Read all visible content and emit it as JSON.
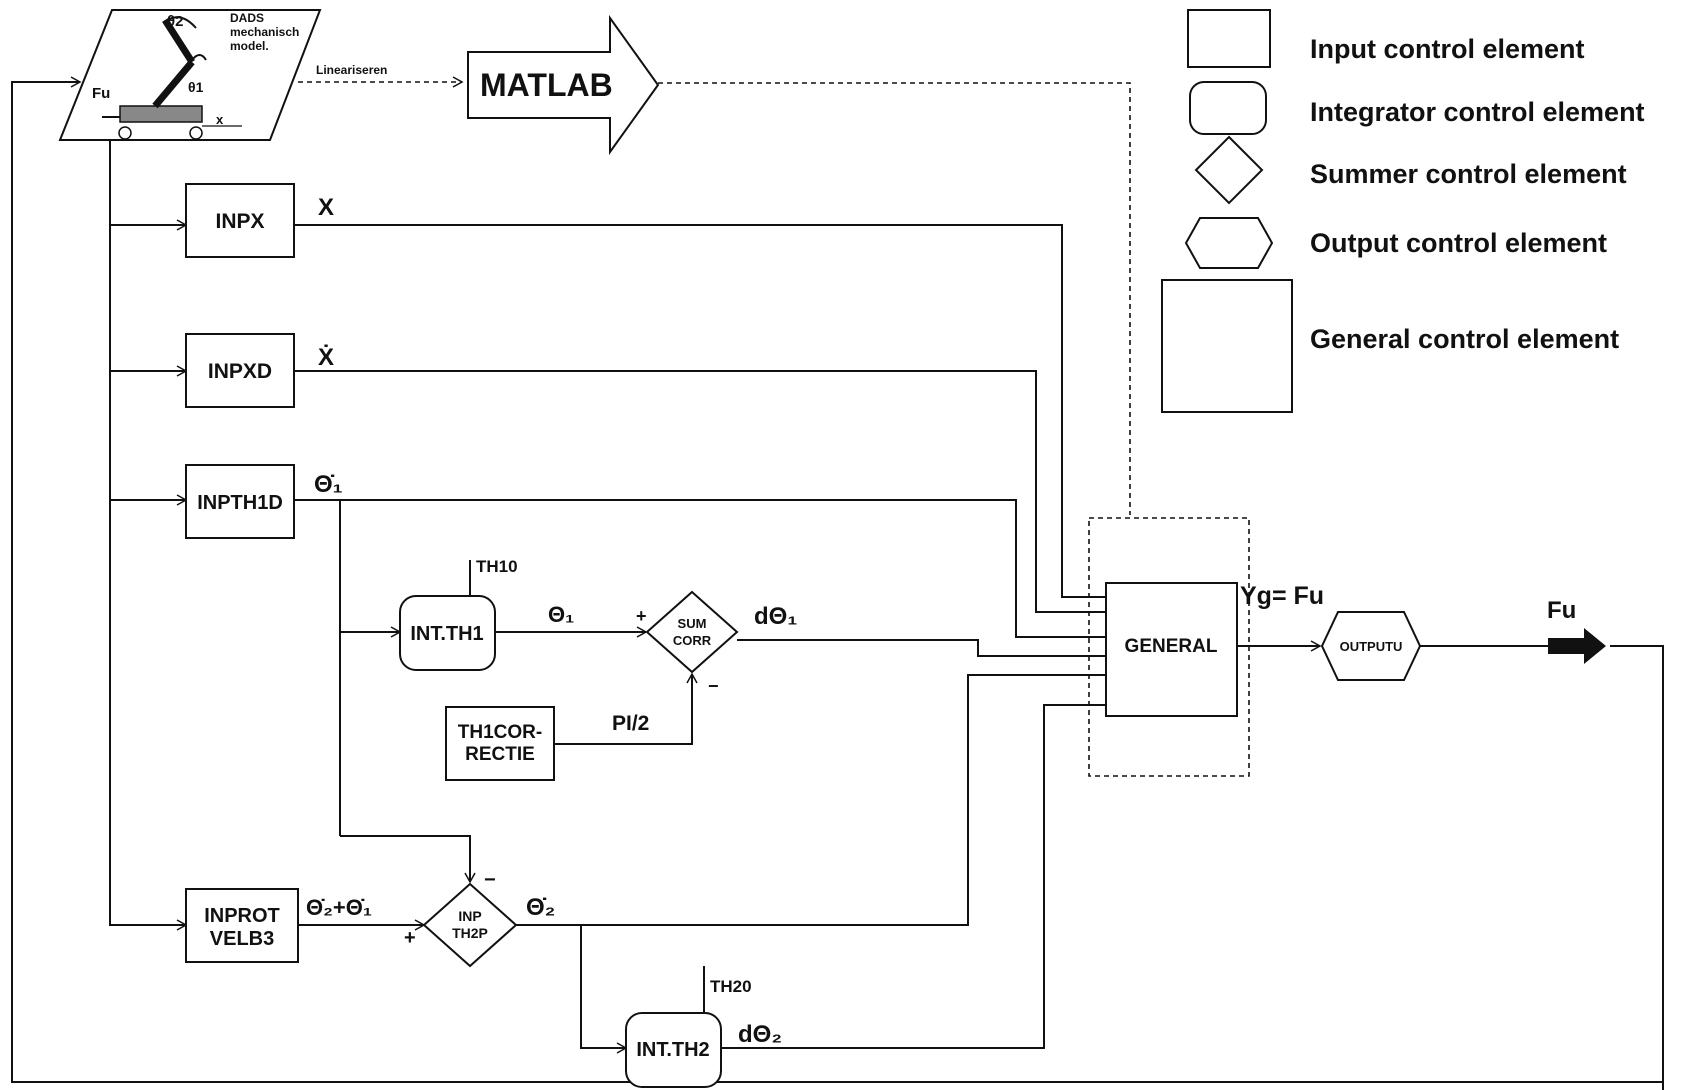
{
  "model": {
    "title_line1": "DADS",
    "title_line2": "mechanisch",
    "title_line3": "model.",
    "theta1": "θ1",
    "theta2": "θ2",
    "force": "Fu",
    "x": "x"
  },
  "linearize_label": "Lineariseren",
  "matlab_label": "MATLAB",
  "blocks": {
    "inpx": "INPX",
    "inpxd": "INPXD",
    "inpth1d": "INPTH1D",
    "int_th1": "INT.TH1",
    "sum_corr_1": "SUM",
    "sum_corr_2": "CORR",
    "th1corr_1": "TH1COR-",
    "th1corr_2": "RECTIE",
    "inprot_1": "INPROT",
    "inprot_2": "VELB3",
    "inp_th2p_1": "INP",
    "inp_th2p_2": "TH2P",
    "int_th2": "INT.TH2",
    "general": "GENERAL",
    "outputu": "OUTPUTU"
  },
  "signals": {
    "x": "X",
    "xdot": "Ẋ",
    "theta1_dot": "Θ̇₁",
    "th10": "TH10",
    "theta1": "Θ₁",
    "dtheta1": "dΘ₁",
    "pi2": "PI/2",
    "theta2_plus_theta1_dot": "Θ̇₂+Θ̇₁",
    "theta2_dot": "Θ̇₂",
    "th20": "TH20",
    "dtheta2": "dΘ₂",
    "yg": "Yg= Fu",
    "fu": "Fu",
    "plus": "+",
    "minus": "−"
  },
  "legend": {
    "input": "Input control element",
    "integrator": "Integrator control element",
    "summer": "Summer control element",
    "output": "Output control element",
    "general": "General control element"
  }
}
